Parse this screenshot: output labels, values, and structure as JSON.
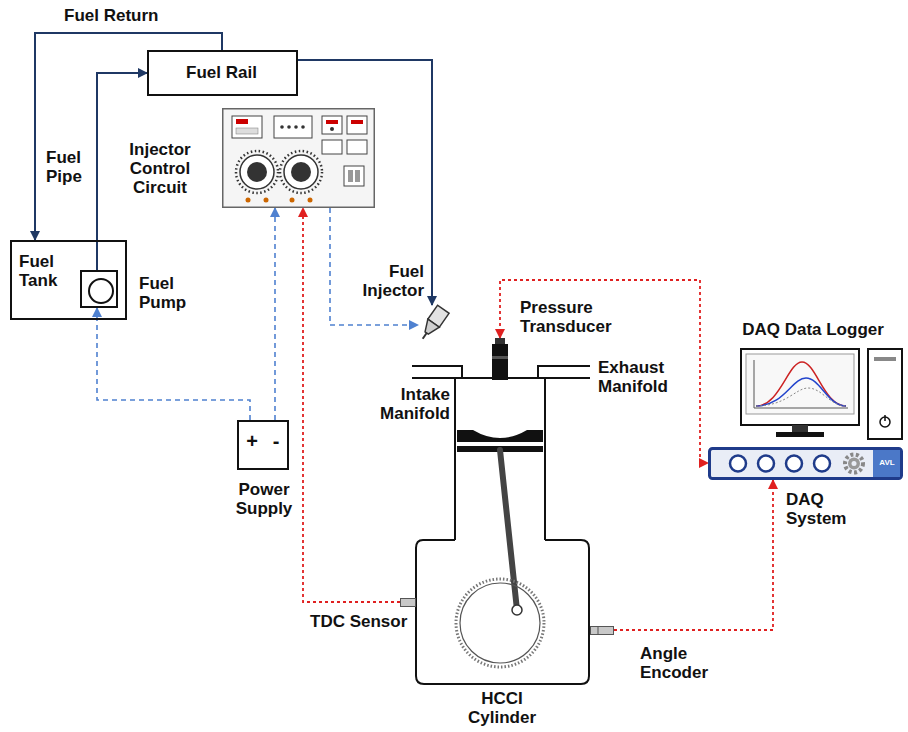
{
  "diagram": {
    "nodes": [
      {
        "text": [
          "Fuel Rail"
        ]
      },
      {
        "text": [
          "Fuel Tank"
        ]
      },
      {
        "text": [
          "Fuel Pump"
        ],
        "in": 1
      },
      {
        "text": [
          "Injector Control Circuit"
        ]
      },
      {
        "text": [
          "Fuel Injector"
        ]
      },
      {
        "text": [
          "Pressure Transducer"
        ]
      },
      {
        "text": [
          "+",
          "-",
          "Power Supply"
        ]
      },
      {
        "text": [
          "HCCI Cylinder"
        ]
      },
      {
        "text": [
          "TDC Sensor"
        ]
      },
      {
        "text": [
          "Angle Encoder"
        ]
      },
      {
        "text": [
          "DAQ Data Logger"
        ]
      },
      {
        "text": [
          "DAQ System"
        ]
      }
    ],
    "edges": [
      {
        "from": 2,
        "to": 0,
        "arrow": "to"
      },
      {
        "from": 0,
        "to": 1,
        "label": "Fuel Return",
        "arrow": "to"
      },
      {
        "from": 0,
        "to": 4,
        "arrow": "to"
      },
      {
        "from": 6,
        "to": 2,
        "arrow": "to"
      },
      {
        "from": 6,
        "to": 3,
        "arrow": "to"
      },
      {
        "from": 3,
        "to": 4,
        "arrow": "to"
      },
      {
        "from": 8,
        "to": 3,
        "arrow": "to"
      },
      {
        "from": 5,
        "to": 11,
        "arrow": "both"
      },
      {
        "from": 9,
        "to": 11,
        "arrow": "to"
      }
    ],
    "labels": [
      "Fuel Pipe",
      "Intake Manifold",
      "Exhaust Manifold",
      "AVL"
    ]
  }
}
